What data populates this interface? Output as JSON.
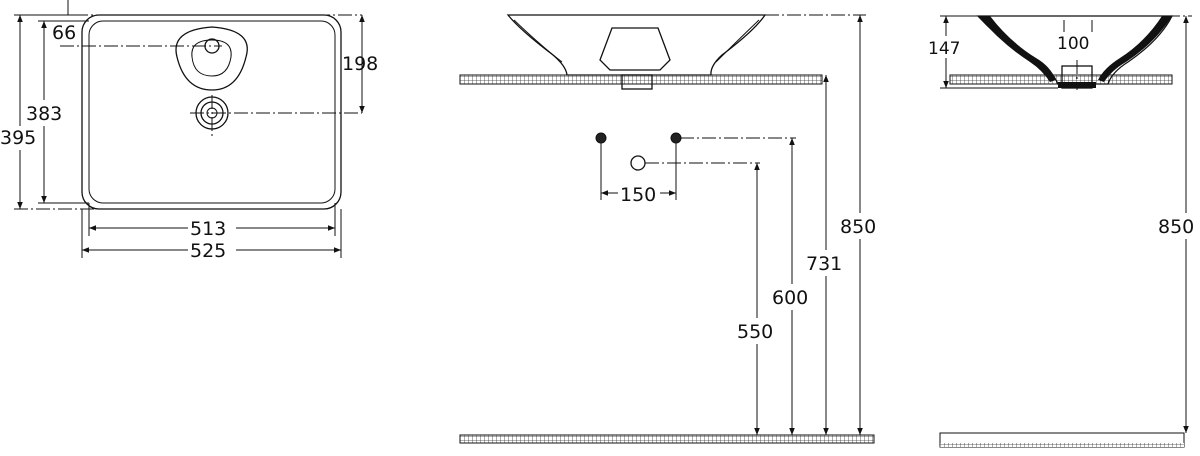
{
  "top_view": {
    "dim_width_outer": "525",
    "dim_width_inner": "513",
    "dim_depth_outer": "395",
    "dim_depth_inner": "383",
    "dim_tap_offset": "66",
    "dim_drain_offset": "198"
  },
  "front_view": {
    "dim_valve_spacing": "150",
    "dim_height_total": "850",
    "dim_height_731": "731",
    "dim_height_600": "600",
    "dim_height_550": "550"
  },
  "side_view": {
    "dim_bowl_height": "147",
    "dim_drain_diameter": "100",
    "dim_height_total": "850"
  }
}
